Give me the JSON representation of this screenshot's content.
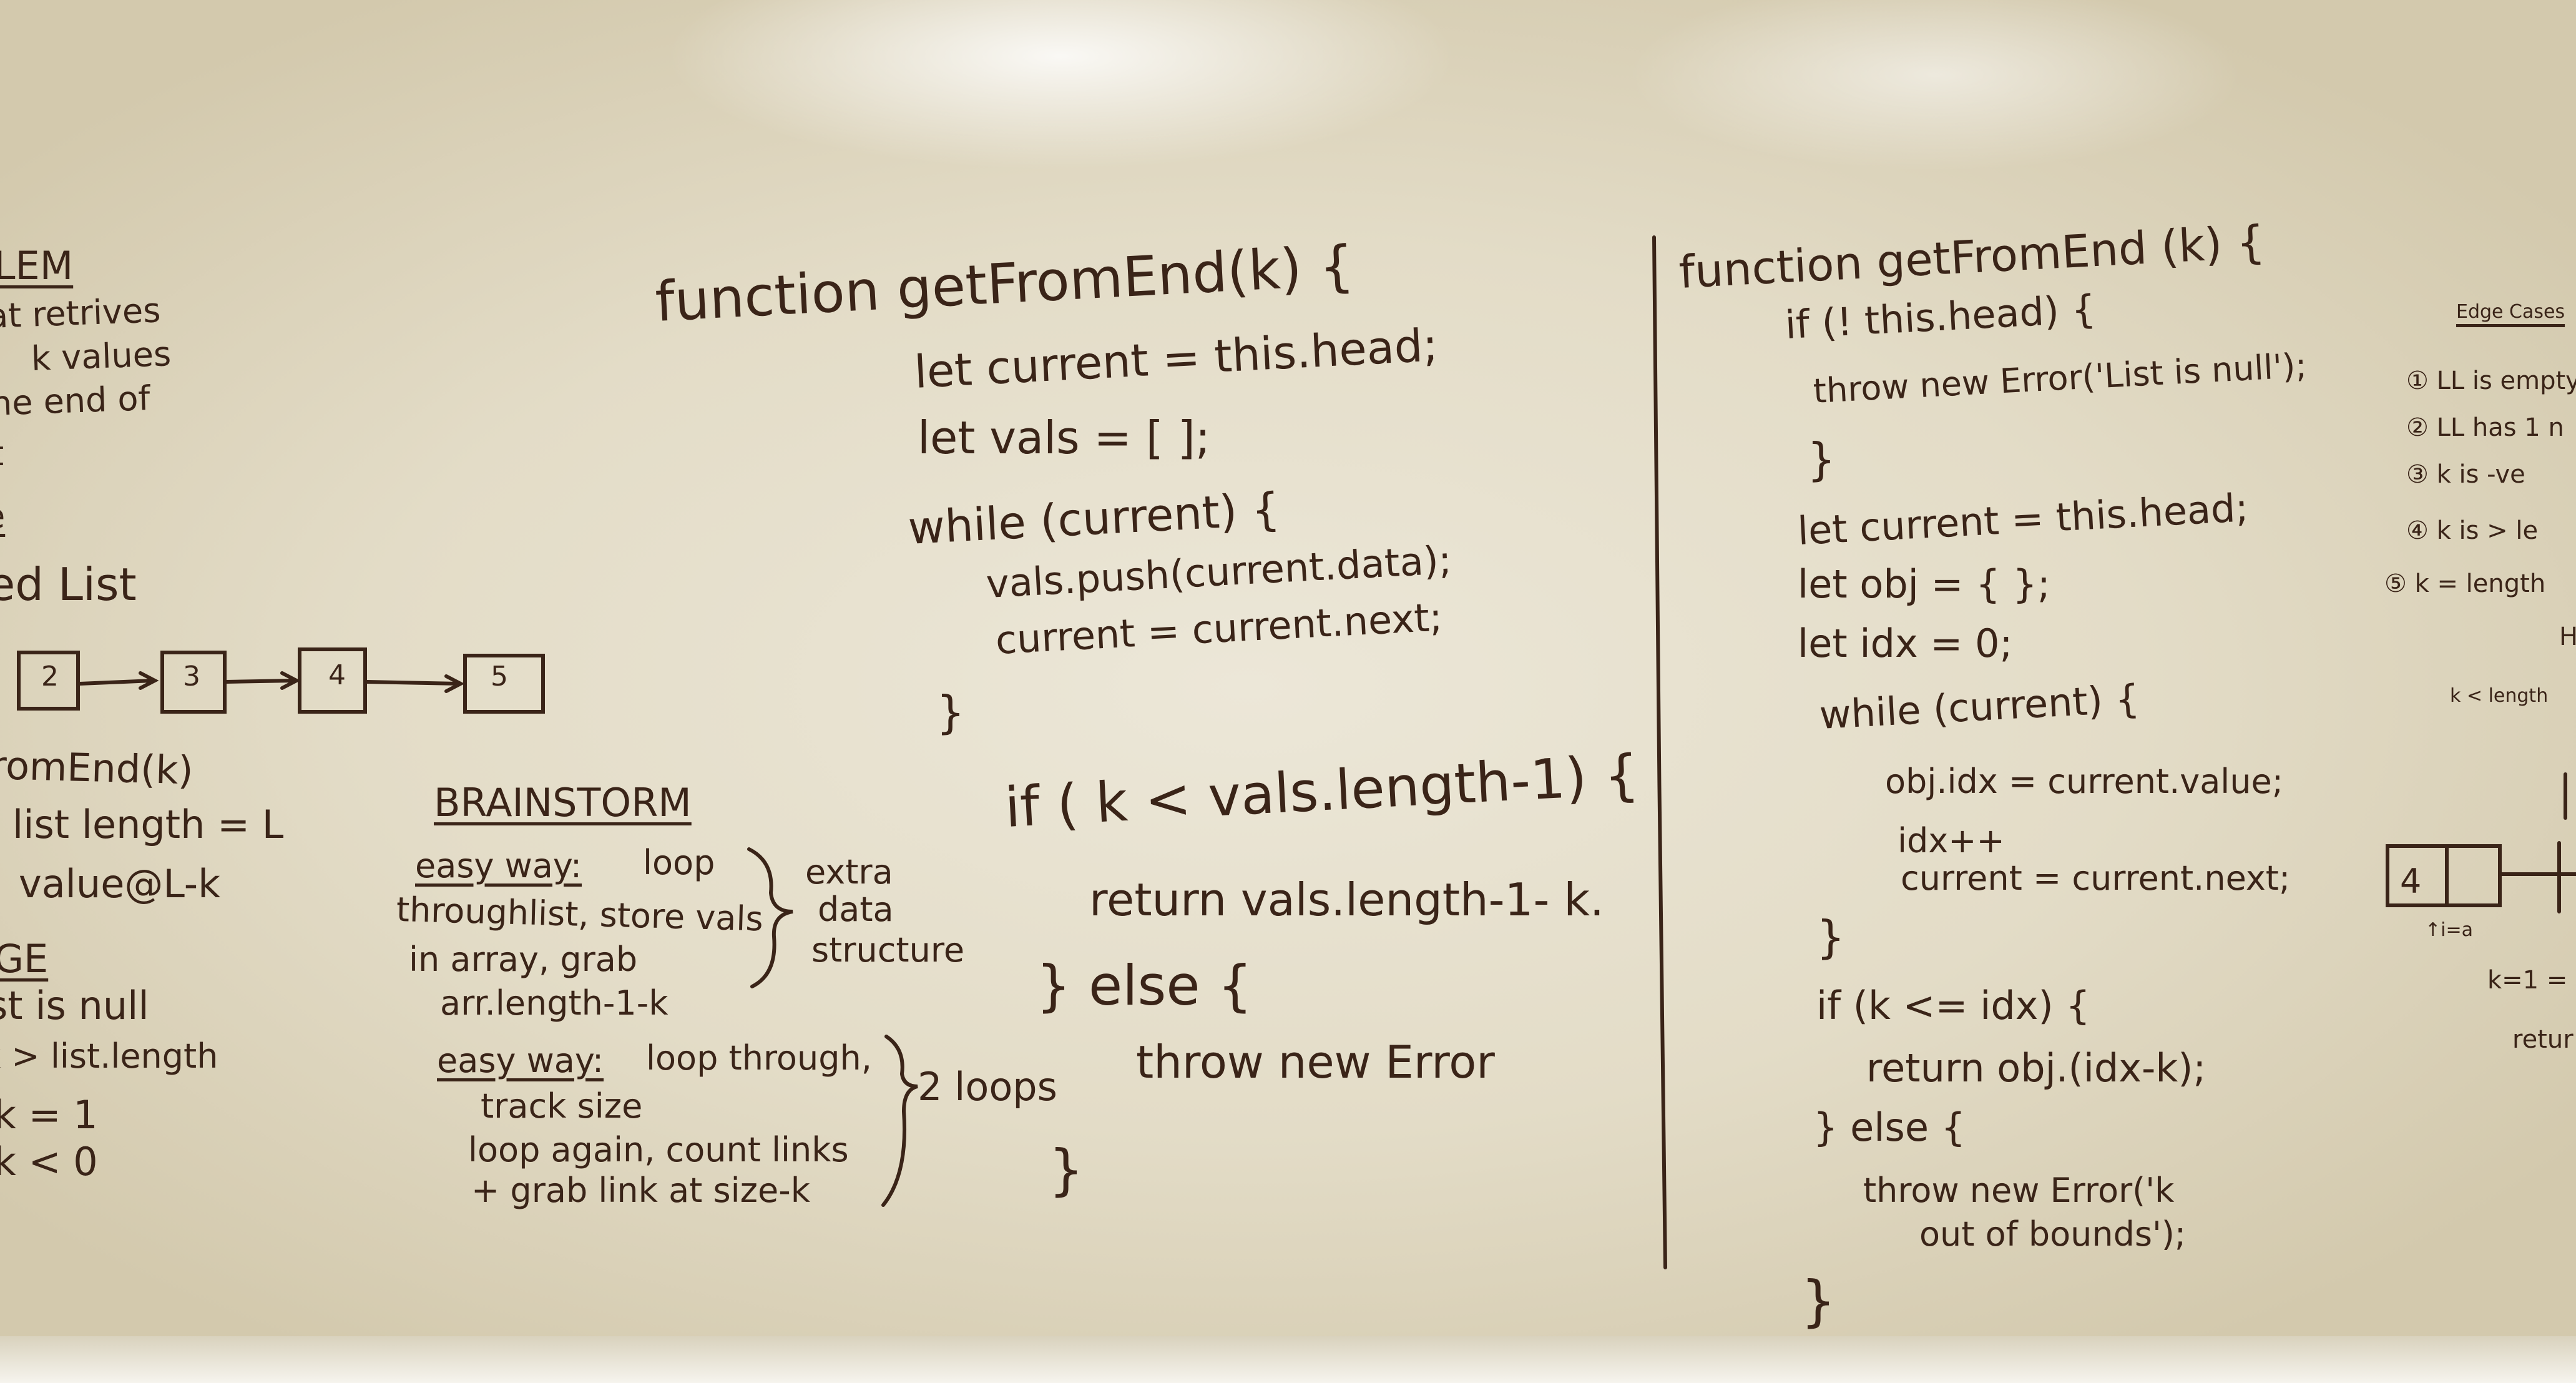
{
  "left_column": {
    "heading": "LEM",
    "lines": [
      "at retrives",
      "k values",
      "he end of",
      "t"
    ],
    "heading2": "e",
    "linked_list_title": "ed List",
    "nodes": [
      "2",
      "3",
      "4",
      "5"
    ],
    "func_sig": "romEnd(k)",
    "func_lines": [
      "list length = L",
      "value@L-k"
    ],
    "edge_heading": "GE",
    "edge_lines": [
      "st is null",
      "k > list.length",
      "k = 1",
      "k < 0"
    ]
  },
  "brainstorm": {
    "title": "BRAINSTORM",
    "option1_label": "easy way:",
    "option1_lines": [
      "loop",
      "throughlist, store vals",
      "in array, grab",
      "arr.length-1-k"
    ],
    "option1_note": [
      "extra",
      "data",
      "structure"
    ],
    "option2_label": "easy way:",
    "option2_lines": [
      "loop through,",
      "track size",
      "loop again, count links",
      "+ grab link at size-k"
    ],
    "option2_note": "2 loops"
  },
  "code1": {
    "lines": [
      "function getFromEnd(k) {",
      "let current = this.head;",
      "let vals = [ ];",
      "while (current) {",
      "vals.push(current.data);",
      "current = current.next;",
      "}",
      "if ( k < vals.length-1) {",
      "return vals.length-1- k.",
      "} else {",
      "throw new Error",
      "}"
    ]
  },
  "code2": {
    "lines": [
      "function getFromEnd (k) {",
      "if (! this.head) {",
      "throw new Error('List is null');",
      "}",
      "let current = this.head;",
      "let obj = { };",
      "let idx = 0;",
      "while (current) {",
      "obj.idx = current.value;",
      "idx++",
      "current = current.next;",
      "}",
      "if (k <= idx) {",
      "return obj.(idx-k);",
      "} else {",
      "throw new Error('k",
      "out of bounds');",
      "}"
    ]
  },
  "right_column": {
    "title": "Edge Cases",
    "cases": [
      "① LL is empty",
      "② LL has 1 n",
      "③ k is -ve",
      "④ k is > le",
      "⑤ k = length"
    ],
    "trailing": [
      "H",
      "k < length",
      "4",
      "↑i=a",
      "k=1 =",
      "retur"
    ]
  }
}
